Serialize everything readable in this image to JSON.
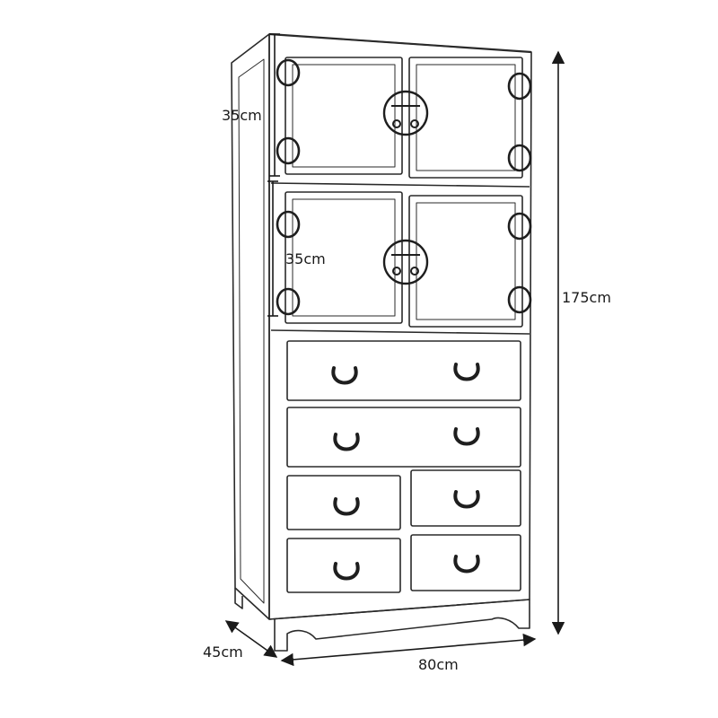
{
  "dimensions": {
    "door_height_top": "35cm",
    "door_height_middle": "35cm",
    "total_height": "175cm",
    "depth": "45cm",
    "width": "80cm"
  },
  "colors": {
    "line": "#2a2a2a",
    "hardware": "#1e1e1e",
    "background": "#ffffff"
  }
}
